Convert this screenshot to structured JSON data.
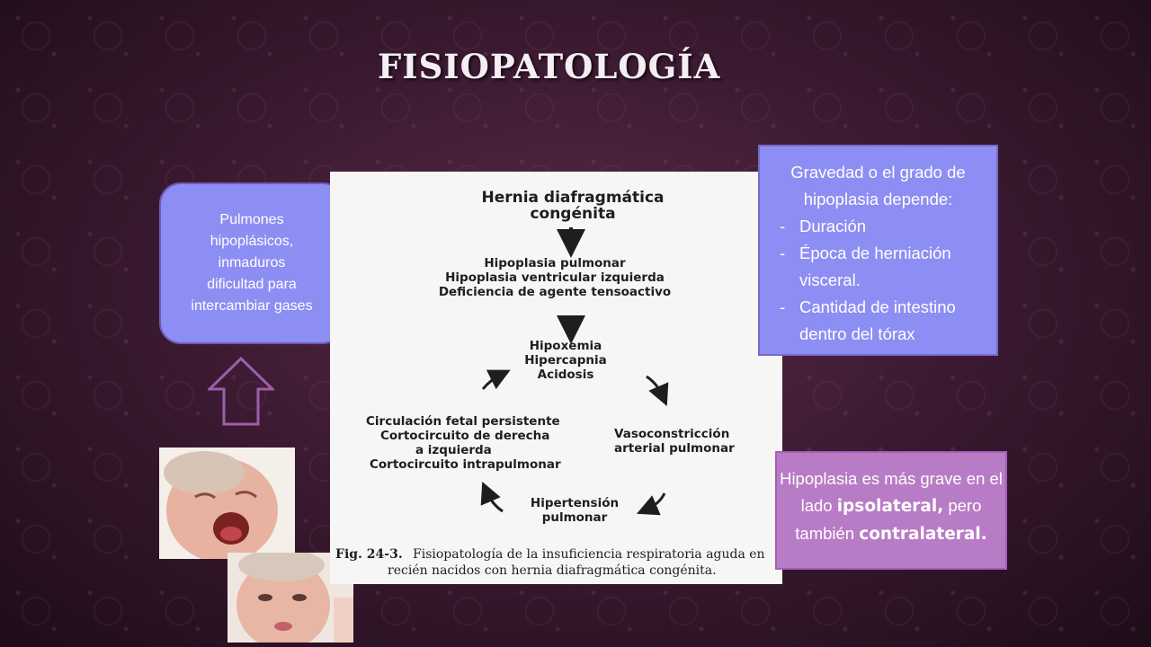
{
  "slide": {
    "title": "FISIOPATOLOGÍA"
  },
  "left_box": {
    "lines": [
      "Pulmones",
      "hipoplásicos,",
      "inmaduros",
      "dificultad para",
      "intercambiar gases"
    ]
  },
  "right_box": {
    "intro": [
      "Gravedad o el grado de",
      "hipoplasia depende:"
    ],
    "items": [
      {
        "dash": "-",
        "text": "Duración"
      },
      {
        "dash": "-",
        "text": "Época de herniación visceral."
      },
      {
        "dash": "-",
        "text": "Cantidad de intestino dentro del tórax"
      }
    ]
  },
  "pink_box": {
    "part1": "Hipoplasia es más grave en el lado ",
    "bold1": "ipsolateral,",
    "part2": " pero también ",
    "bold2": "contralateral."
  },
  "figure": {
    "top_title": [
      "Hernia diafragmática",
      "congénita"
    ],
    "block2": [
      "Hipoplasia pulmonar",
      "Hipoplasia ventricular izquierda",
      "Deficiencia de agente tensoactivo"
    ],
    "block3": [
      "Hipoxemia",
      "Hipercapnia",
      "Acidosis"
    ],
    "left_block": [
      "Circulación fetal persistente",
      "Cortocircuito de derecha",
      "a izquierda",
      "Cortocircuito intrapulmonar"
    ],
    "right_block": [
      "Vasoconstricción",
      "arterial pulmonar"
    ],
    "bottom_block": [
      "Hipertensión",
      "pulmonar"
    ],
    "caption_label": "Fig. 24-3.",
    "caption_line1": "Fisiopatología de la insuficiencia respiratoria aguda en",
    "caption_line2": "recién nacidos con hernia diafragmática congénita."
  },
  "icons": {
    "up_arrow": "up-arrow-outline-icon"
  },
  "colors": {
    "blue_box": "#8d8ef3",
    "pink_box": "#b87bc5",
    "arrow_outline": "#9b5fa8"
  }
}
